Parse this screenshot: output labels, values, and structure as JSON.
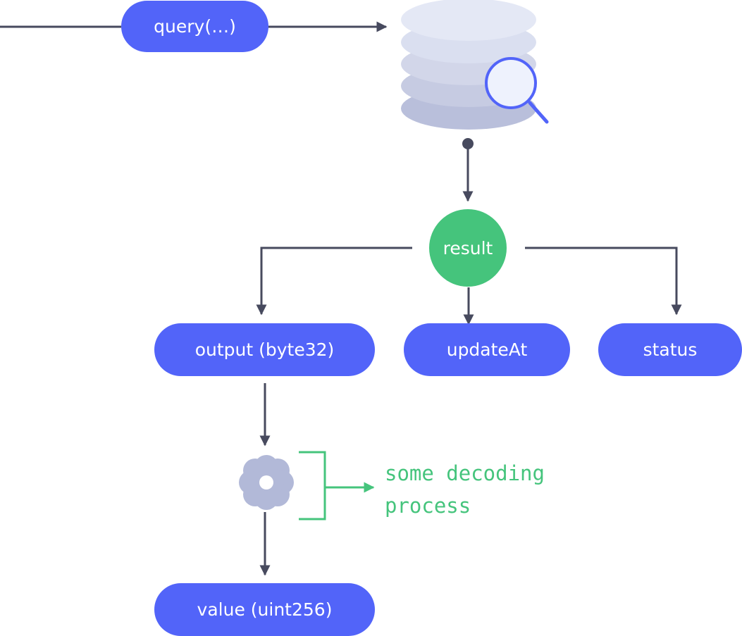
{
  "nodes": {
    "query": "query(…)",
    "result": "result",
    "output": "output (byte32)",
    "update_at": "updateAt",
    "status": "status",
    "value": "value (uint256)"
  },
  "annotation": {
    "line1": "some decoding",
    "line2": "process"
  },
  "icons": {
    "database": "database-icon",
    "search": "magnifier-icon",
    "decoder": "gear-icon"
  },
  "colors": {
    "node": "#5264f9",
    "result": "#45c47c",
    "connector": "#474a5e",
    "annotation": "#45c47c",
    "database": "#c9cee3",
    "gear": "#b2b9d8"
  }
}
